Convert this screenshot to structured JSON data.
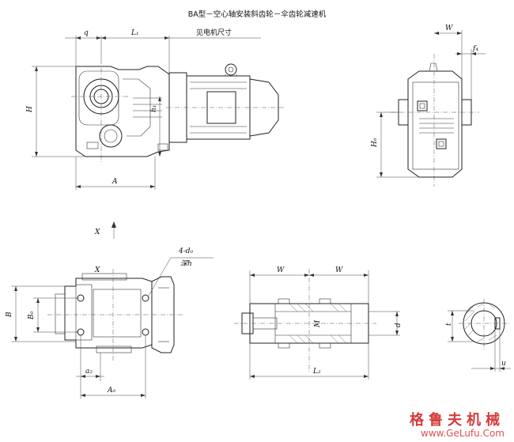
{
  "title": "BA型－空心轴安装斜齿轮－伞齿轮减速机",
  "top_view": {
    "dim_q": "q",
    "dim_L1": "L₁",
    "motor_note": "见电机尺寸",
    "dim_H": "H",
    "dim_h1": "h₁",
    "dim_A": "A"
  },
  "side_view": {
    "dim_W": "W",
    "dim_f4": "f₄",
    "dim_H0": "H₀"
  },
  "bottom_view": {
    "arrow_X": "X",
    "label_X": "X",
    "hole_note_1": "4-d₀",
    "hole_note_2": "深h",
    "dim_B": "B",
    "dim_B0": "B₀",
    "dim_a2": "a₂",
    "dim_A0": "A₀"
  },
  "shaft_view": {
    "dim_W_left": "W",
    "dim_W_right": "W",
    "dim_M": "M",
    "dim_d": "d",
    "dim_L2": "L₂"
  },
  "section_view": {
    "dim_t": "t",
    "dim_u": "u"
  },
  "watermark": {
    "name": "格鲁夫机械",
    "url": "www.GeLufu.Com"
  }
}
